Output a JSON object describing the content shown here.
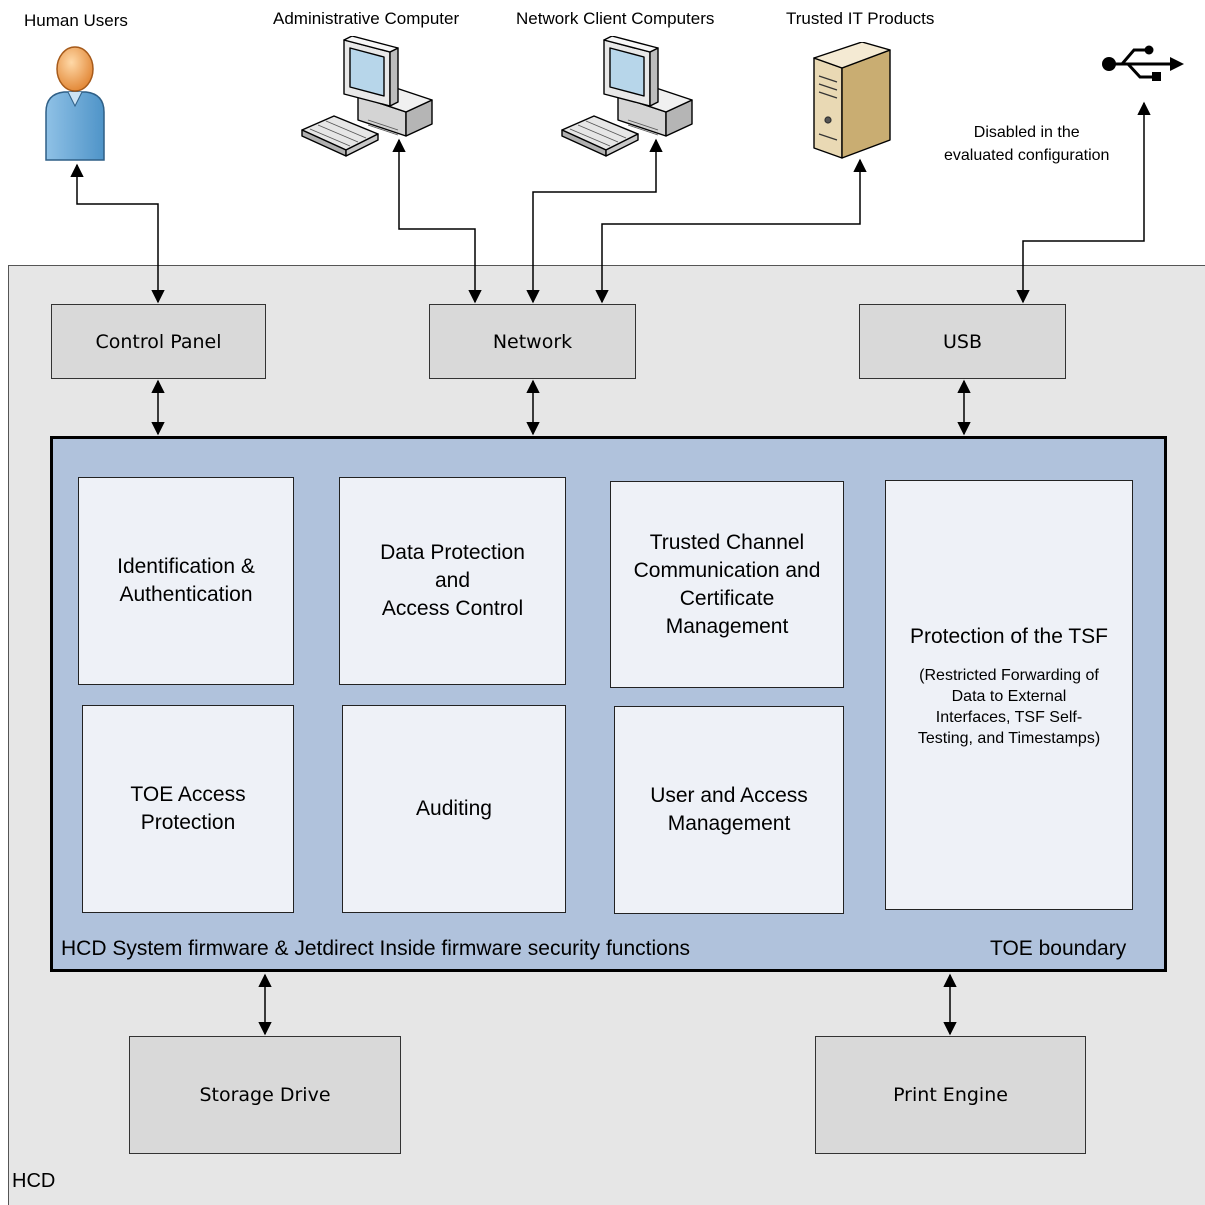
{
  "external": {
    "human_users": "Human Users",
    "admin_computer": "Administrative Computer",
    "network_clients": "Network Client Computers",
    "trusted_it": "Trusted IT Products",
    "usb_note": "Disabled in the\nevaluated configuration"
  },
  "interfaces": {
    "control_panel": "Control Panel",
    "network": "Network",
    "usb": "USB"
  },
  "functions": {
    "ident_auth": "Identification &\nAuthentication",
    "data_protection": "Data Protection\nand\nAccess Control",
    "trusted_channel": "Trusted Channel\nCommunication and\nCertificate\nManagement",
    "protection_tsf": "Protection of the TSF",
    "protection_tsf_sub": "(Restricted Forwarding of\nData to External\nInterfaces, TSF Self-\nTesting, and Timestamps)",
    "toe_access": "TOE Access\nProtection",
    "auditing": "Auditing",
    "user_access": "User and Access\nManagement"
  },
  "toe": {
    "firmware_label": "HCD System firmware & Jetdirect Inside firmware security functions",
    "boundary_label": "TOE boundary"
  },
  "components": {
    "storage_drive": "Storage Drive",
    "print_engine": "Print Engine"
  },
  "hcd_label": "HCD",
  "icons": [
    "user-icon",
    "computer-icon",
    "server-icon",
    "usb-icon"
  ]
}
